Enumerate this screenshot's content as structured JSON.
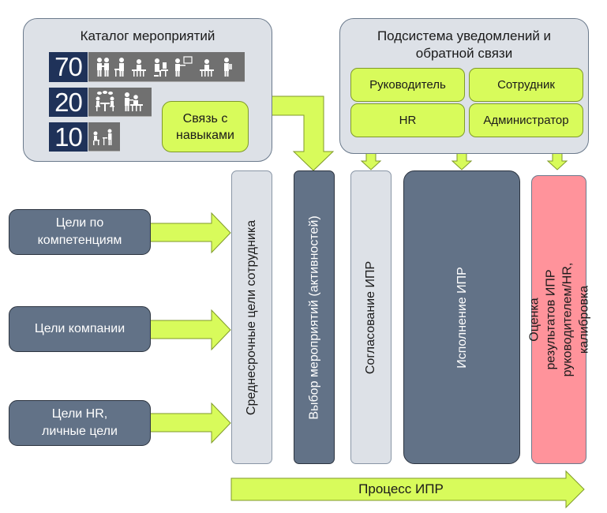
{
  "catalog": {
    "title": "Каталог мероприятий",
    "rows": [
      {
        "value": "70",
        "icons": [
          "handshake-icon",
          "standing-desk-icon",
          "desk-worker-icon",
          "computer-worker-icon",
          "presenter-icon",
          "desk-worker-icon",
          "reading-person-icon"
        ]
      },
      {
        "value": "20",
        "icons": [
          "group-discussion-icon",
          "mentoring-icon"
        ]
      },
      {
        "value": "10",
        "icons": [
          "classroom-icon"
        ]
      }
    ],
    "skills_link": "Связь с навыками"
  },
  "notifications": {
    "title": "Подсистема уведомлений и обратной связи",
    "roles": [
      "Руководитель",
      "Сотрудник",
      "HR",
      "Администратор"
    ]
  },
  "goals": [
    "Цели по компетенциям",
    "Цели компании",
    "Цели HR, личные цели"
  ],
  "stages": [
    {
      "label": "Среднесрочные цели сотрудника",
      "style": "light"
    },
    {
      "label": "Выбор мероприятий (активностей)",
      "style": "dark"
    },
    {
      "label": "Согласование ИПР",
      "style": "light"
    },
    {
      "label": "Исполнение ИПР",
      "style": "dark"
    },
    {
      "label": "Оценка результатов ИПР руководителем/HR, калибровка",
      "style": "pink"
    }
  ],
  "process": {
    "label": "Процесс ИПР"
  },
  "colors": {
    "accent_lime": "#d8fb5b",
    "panel_gray": "#dde1e7",
    "slate": "#627287",
    "navy": "#1f3259",
    "pink": "#ff939b"
  }
}
